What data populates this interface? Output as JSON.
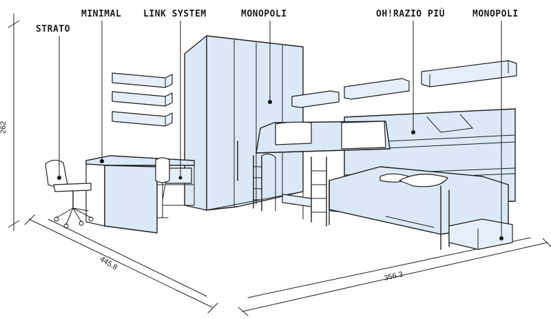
{
  "labels": {
    "strato": "STRATO",
    "minimal": "MINIMAL",
    "link_system": "LINK SYSTEM",
    "monopoli_wardrobe": "MONOPOLI",
    "ohrazio_piu": "OH!RAZIO PIÙ",
    "monopoli_right": "MONOPOLI"
  },
  "dimensions": {
    "height": "262",
    "depth": "445.8",
    "width": "356.3"
  },
  "colors": {
    "fill_blue": "#dbe8f6",
    "ink": "#1e1e1e"
  }
}
